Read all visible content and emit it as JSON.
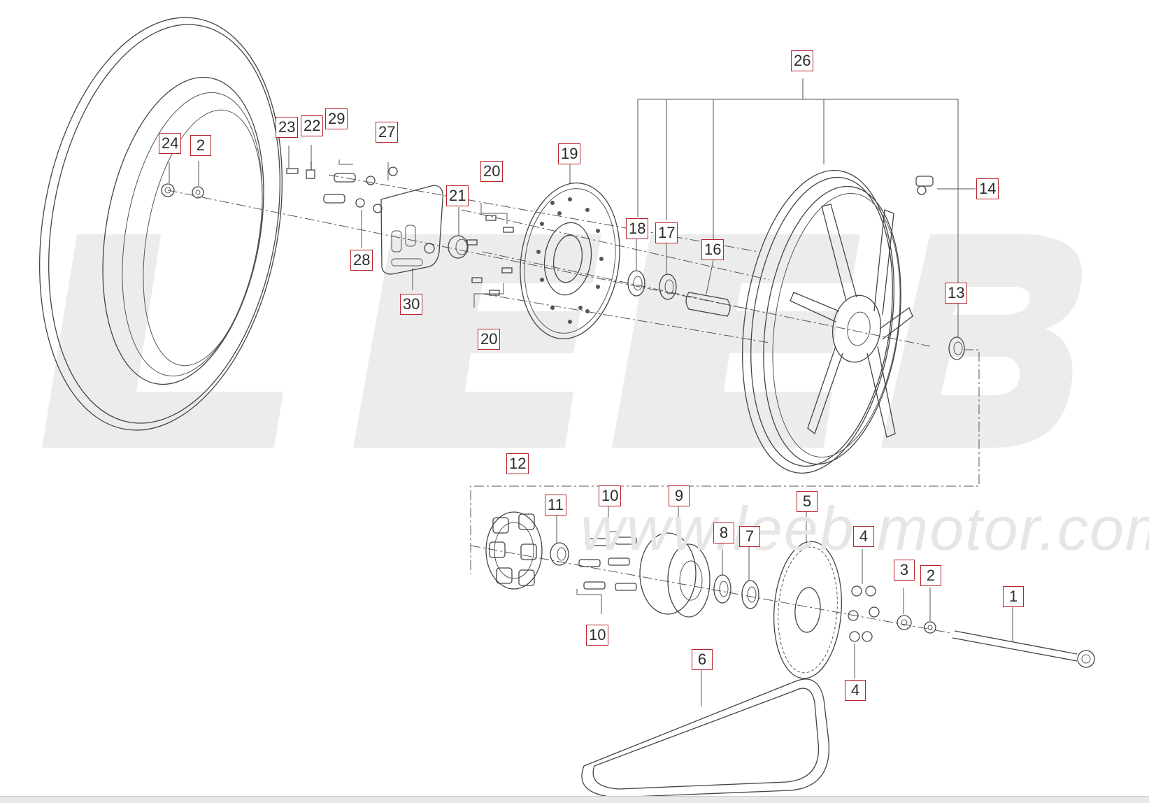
{
  "watermark": {
    "logo_text": "LEEB",
    "site_text": "www.leeb-motor.com"
  },
  "callouts": [
    {
      "id": "l1",
      "text": "1"
    },
    {
      "id": "l2a",
      "text": "2"
    },
    {
      "id": "l2b",
      "text": "2"
    },
    {
      "id": "l3",
      "text": "3"
    },
    {
      "id": "l4a",
      "text": "4"
    },
    {
      "id": "l4b",
      "text": "4"
    },
    {
      "id": "l5",
      "text": "5"
    },
    {
      "id": "l6",
      "text": "6"
    },
    {
      "id": "l7",
      "text": "7"
    },
    {
      "id": "l8",
      "text": "8"
    },
    {
      "id": "l9",
      "text": "9"
    },
    {
      "id": "l10a",
      "text": "10"
    },
    {
      "id": "l10b",
      "text": "10"
    },
    {
      "id": "l11",
      "text": "11"
    },
    {
      "id": "l12",
      "text": "12"
    },
    {
      "id": "l13",
      "text": "13"
    },
    {
      "id": "l14",
      "text": "14"
    },
    {
      "id": "l16",
      "text": "16"
    },
    {
      "id": "l17",
      "text": "17"
    },
    {
      "id": "l18",
      "text": "18"
    },
    {
      "id": "l19",
      "text": "19"
    },
    {
      "id": "l20a",
      "text": "20"
    },
    {
      "id": "l20b",
      "text": "20"
    },
    {
      "id": "l21",
      "text": "21"
    },
    {
      "id": "l22",
      "text": "22"
    },
    {
      "id": "l23",
      "text": "23"
    },
    {
      "id": "l24",
      "text": "24"
    },
    {
      "id": "l26",
      "text": "26"
    },
    {
      "id": "l27",
      "text": "27"
    },
    {
      "id": "l28",
      "text": "28"
    },
    {
      "id": "l29",
      "text": "29"
    },
    {
      "id": "l30",
      "text": "30"
    }
  ],
  "colors": {
    "label_border": "#b8242a",
    "line": "#444444",
    "watermark": "#e6e6e6"
  }
}
